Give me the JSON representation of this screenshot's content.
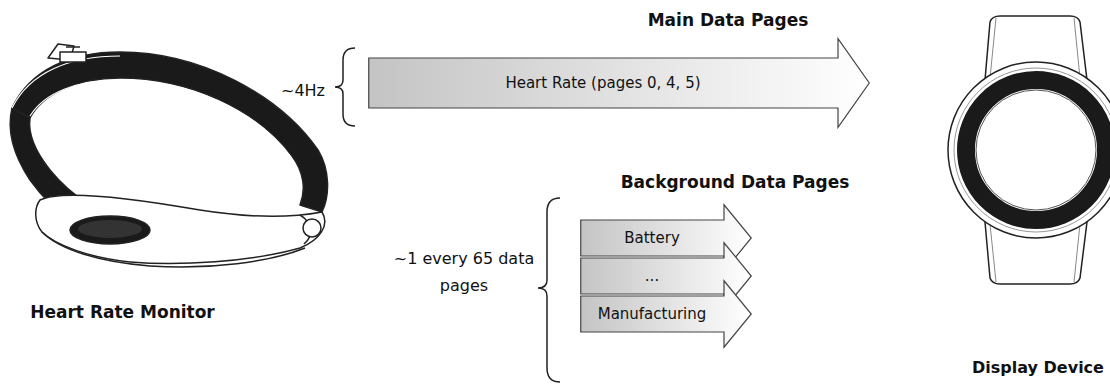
{
  "diagram": {
    "nodes": [
      {
        "text": [
          "Heart Rate Monitor"
        ]
      },
      {
        "text": [
          "Heart Rate (pages 0, 4, 5)"
        ]
      },
      {
        "text": [
          "Battery"
        ]
      },
      {
        "text": [
          "..."
        ]
      },
      {
        "text": [
          "Manufacturing"
        ]
      },
      {
        "text": [
          "Display Device"
        ]
      }
    ],
    "labels": [
      "Main Data Pages",
      "~4Hz",
      "Background Data Pages",
      "~1 every 65 data pages"
    ]
  }
}
